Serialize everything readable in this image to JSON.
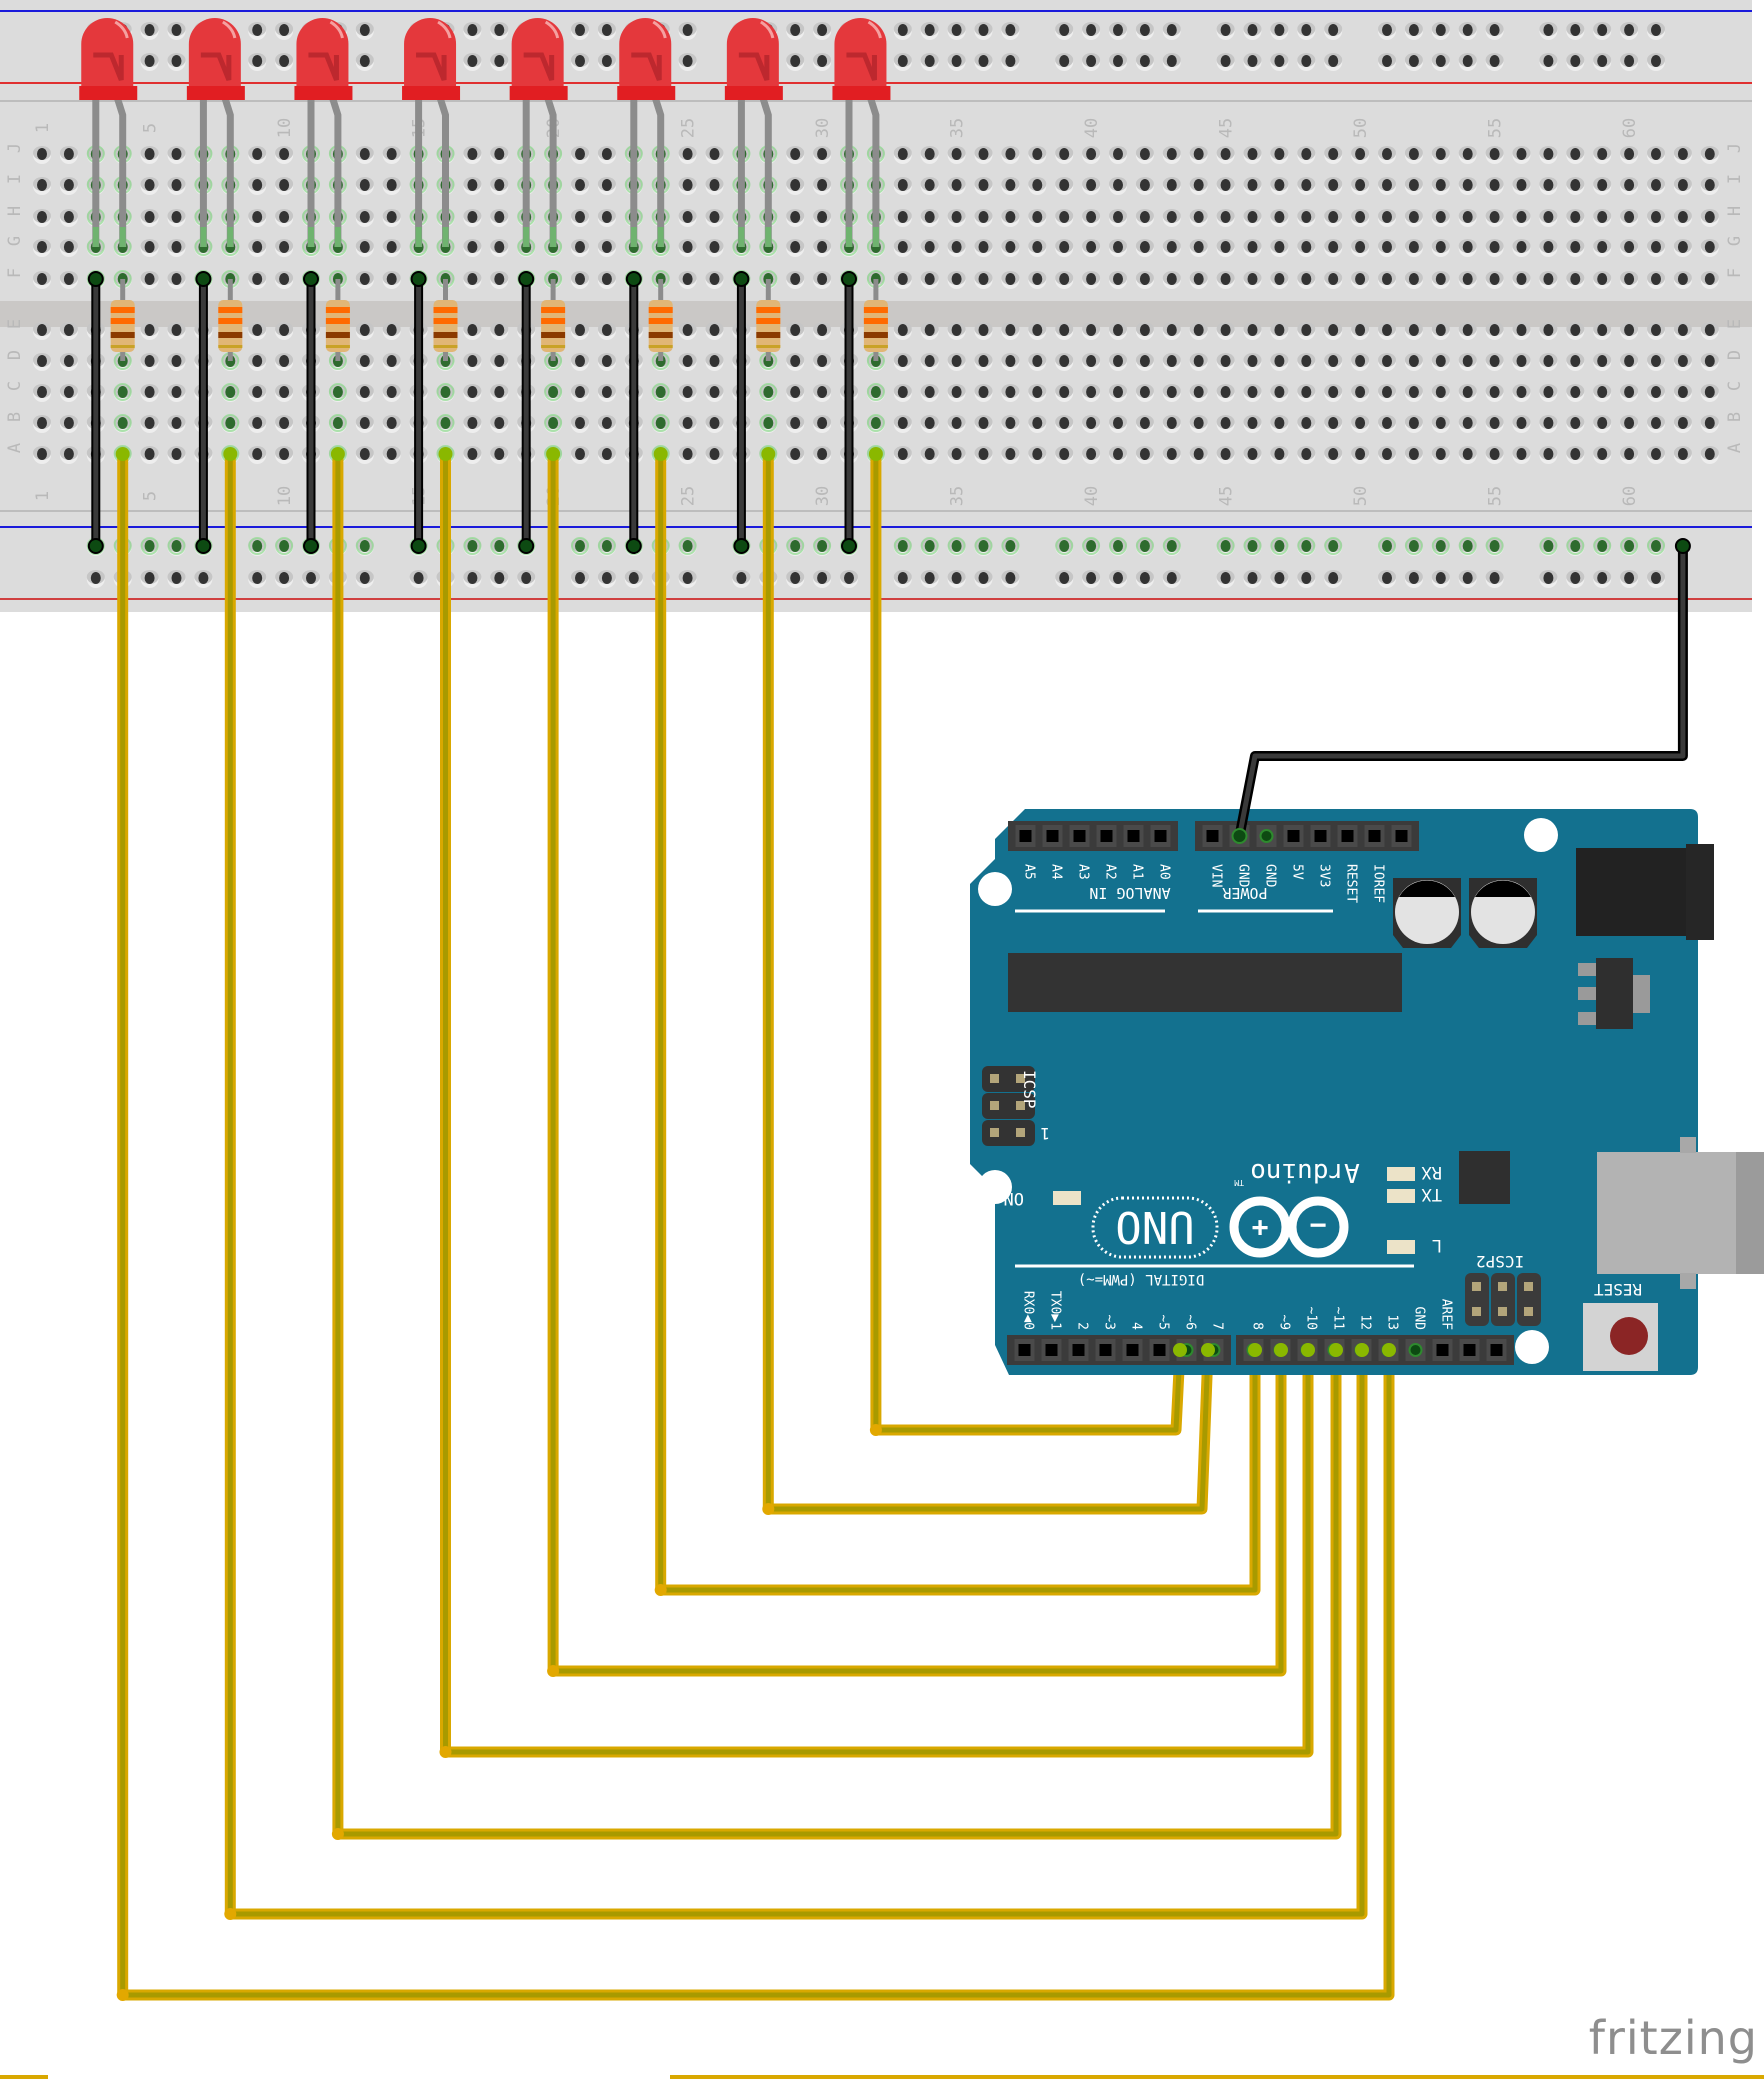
{
  "watermark": "fritzing",
  "breadboard": {
    "column_labels": [
      "1",
      "5",
      "10",
      "15",
      "20",
      "25",
      "30",
      "35",
      "40",
      "45",
      "50",
      "55",
      "60"
    ],
    "row_labels_top": [
      "J",
      "I",
      "H",
      "G",
      "F"
    ],
    "row_labels_bottom": [
      "E",
      "D",
      "C",
      "B",
      "A"
    ],
    "columns": 63
  },
  "components": {
    "leds": [
      {
        "id": "LED1",
        "color": "red",
        "anode_col": 4,
        "cathode_col": 3
      },
      {
        "id": "LED2",
        "color": "red",
        "anode_col": 8,
        "cathode_col": 7
      },
      {
        "id": "LED3",
        "color": "red",
        "anode_col": 12,
        "cathode_col": 11
      },
      {
        "id": "LED4",
        "color": "red",
        "anode_col": 16,
        "cathode_col": 15
      },
      {
        "id": "LED5",
        "color": "red",
        "anode_col": 20,
        "cathode_col": 19
      },
      {
        "id": "LED6",
        "color": "red",
        "anode_col": 24,
        "cathode_col": 23
      },
      {
        "id": "LED7",
        "color": "red",
        "anode_col": 28,
        "cathode_col": 27
      },
      {
        "id": "LED8",
        "color": "red",
        "anode_col": 32,
        "cathode_col": 31
      }
    ],
    "resistor_bands": [
      "#ff6a00",
      "#ff6a00",
      "#8b3a00",
      "#c9a227"
    ],
    "gnd_jumper_color": "#3a3a3a",
    "signal_wire_color": "#c9a800"
  },
  "arduino": {
    "model_text": "UNO",
    "brand_text": "Arduino",
    "tm": "TM",
    "analog_header_title": "ANALOG IN",
    "analog_pins": [
      "A5",
      "A4",
      "A3",
      "A2",
      "A1",
      "A0"
    ],
    "power_header_title": "POWER",
    "power_pins": [
      "VIN",
      "GND",
      "GND",
      "5V",
      "3V3",
      "RESET",
      "IOREF",
      ""
    ],
    "digital_header_title": "DIGITAL (PWM=~)",
    "digital_pins_low": [
      "RX0◀0",
      "TX0▶1",
      "2",
      "~3",
      "4",
      "~5",
      "~6",
      "7"
    ],
    "digital_pins_high": [
      "8",
      "~9",
      "~10",
      "~11",
      "12",
      "13",
      "GND",
      "AREF",
      "",
      ""
    ],
    "icsp_label": "ICSP",
    "icsp2_label": "ICSP2",
    "icsp_pin1": "1",
    "led_labels": {
      "on": "ON",
      "rx": "RX",
      "tx": "TX",
      "l": "L"
    },
    "reset_label": "RESET",
    "board_color": "#13718f"
  },
  "connections": [
    {
      "led": "LED1",
      "breadboard_col": 4,
      "arduino_pin": "13"
    },
    {
      "led": "LED2",
      "breadboard_col": 8,
      "arduino_pin": "12"
    },
    {
      "led": "LED3",
      "breadboard_col": 12,
      "arduino_pin": "11"
    },
    {
      "led": "LED4",
      "breadboard_col": 16,
      "arduino_pin": "10"
    },
    {
      "led": "LED5",
      "breadboard_col": 20,
      "arduino_pin": "9"
    },
    {
      "led": "LED6",
      "breadboard_col": 24,
      "arduino_pin": "8"
    },
    {
      "led": "LED7",
      "breadboard_col": 28,
      "arduino_pin": "7"
    },
    {
      "led": "LED8",
      "breadboard_col": 32,
      "arduino_pin": "6"
    },
    {
      "from": "breadboard GND rail",
      "arduino_pin": "GND (power header)"
    }
  ]
}
